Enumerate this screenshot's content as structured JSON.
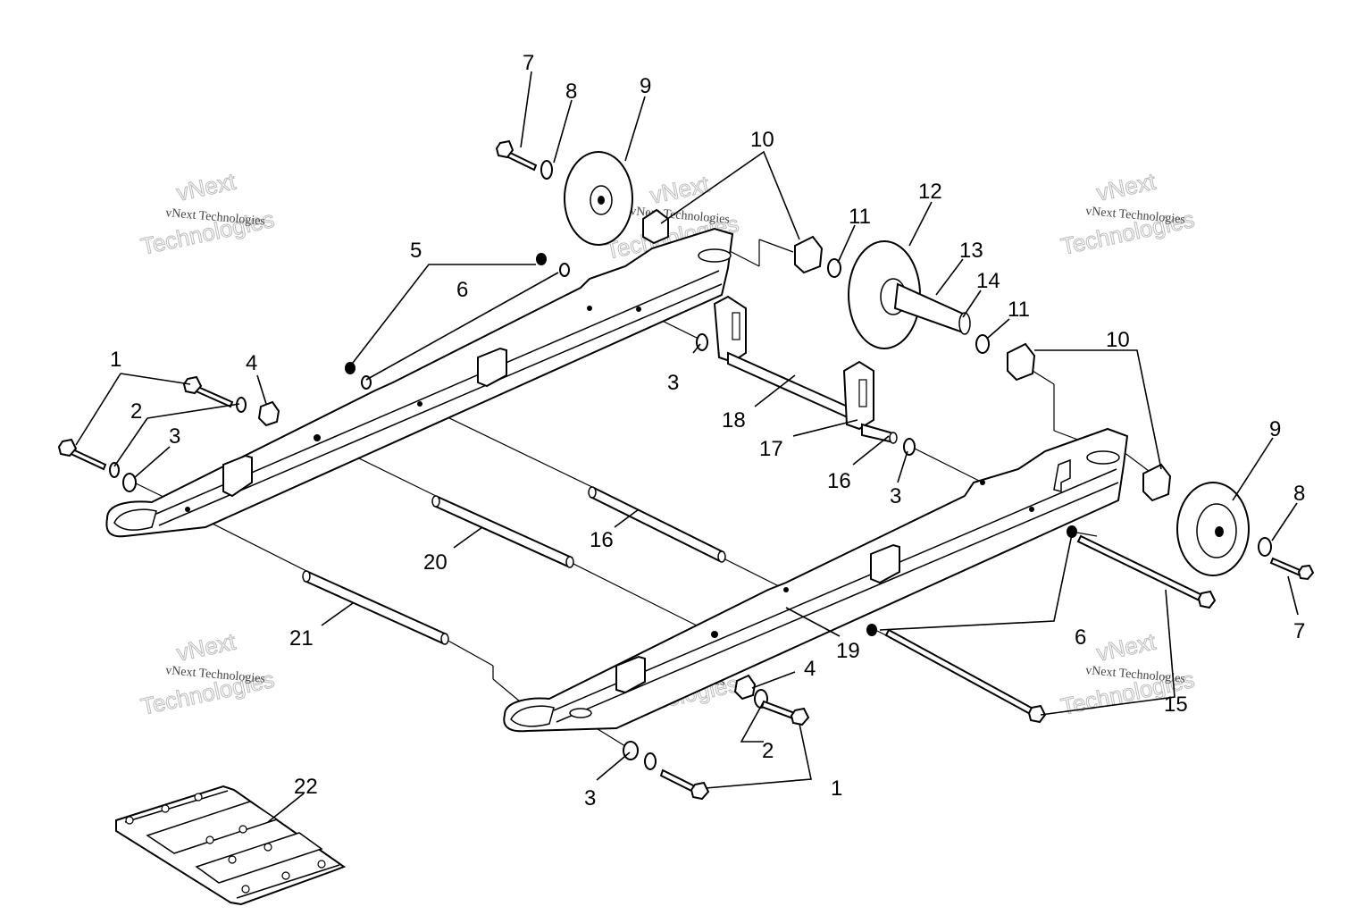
{
  "callouts": {
    "c1a": "1",
    "c2a": "2",
    "c3a": "3",
    "c4a": "4",
    "c5": "5",
    "c6a": "6",
    "c7a": "7",
    "c8a": "8",
    "c9a": "9",
    "c10a": "10",
    "c11a": "11",
    "c12": "12",
    "c13": "13",
    "c14": "14",
    "c11b": "11",
    "c10b": "10",
    "c9b": "9",
    "c8b": "8",
    "c7b": "7",
    "c3b": "3",
    "c18": "18",
    "c17": "17",
    "c16a": "16",
    "c3c": "3",
    "c20": "20",
    "c16b": "16",
    "c21": "21",
    "c19": "19",
    "c6b": "6",
    "c4b": "4",
    "c2b": "2",
    "c1b": "1",
    "c3d": "3",
    "c15": "15",
    "c22": "22"
  },
  "watermarks": {
    "small_text": "vNext Technologies",
    "big_line1": "vNext",
    "big_line2": "Technologies"
  },
  "colors": {
    "ink": "#000000",
    "paper": "#ffffff",
    "watermark": "#bbbbbb"
  }
}
